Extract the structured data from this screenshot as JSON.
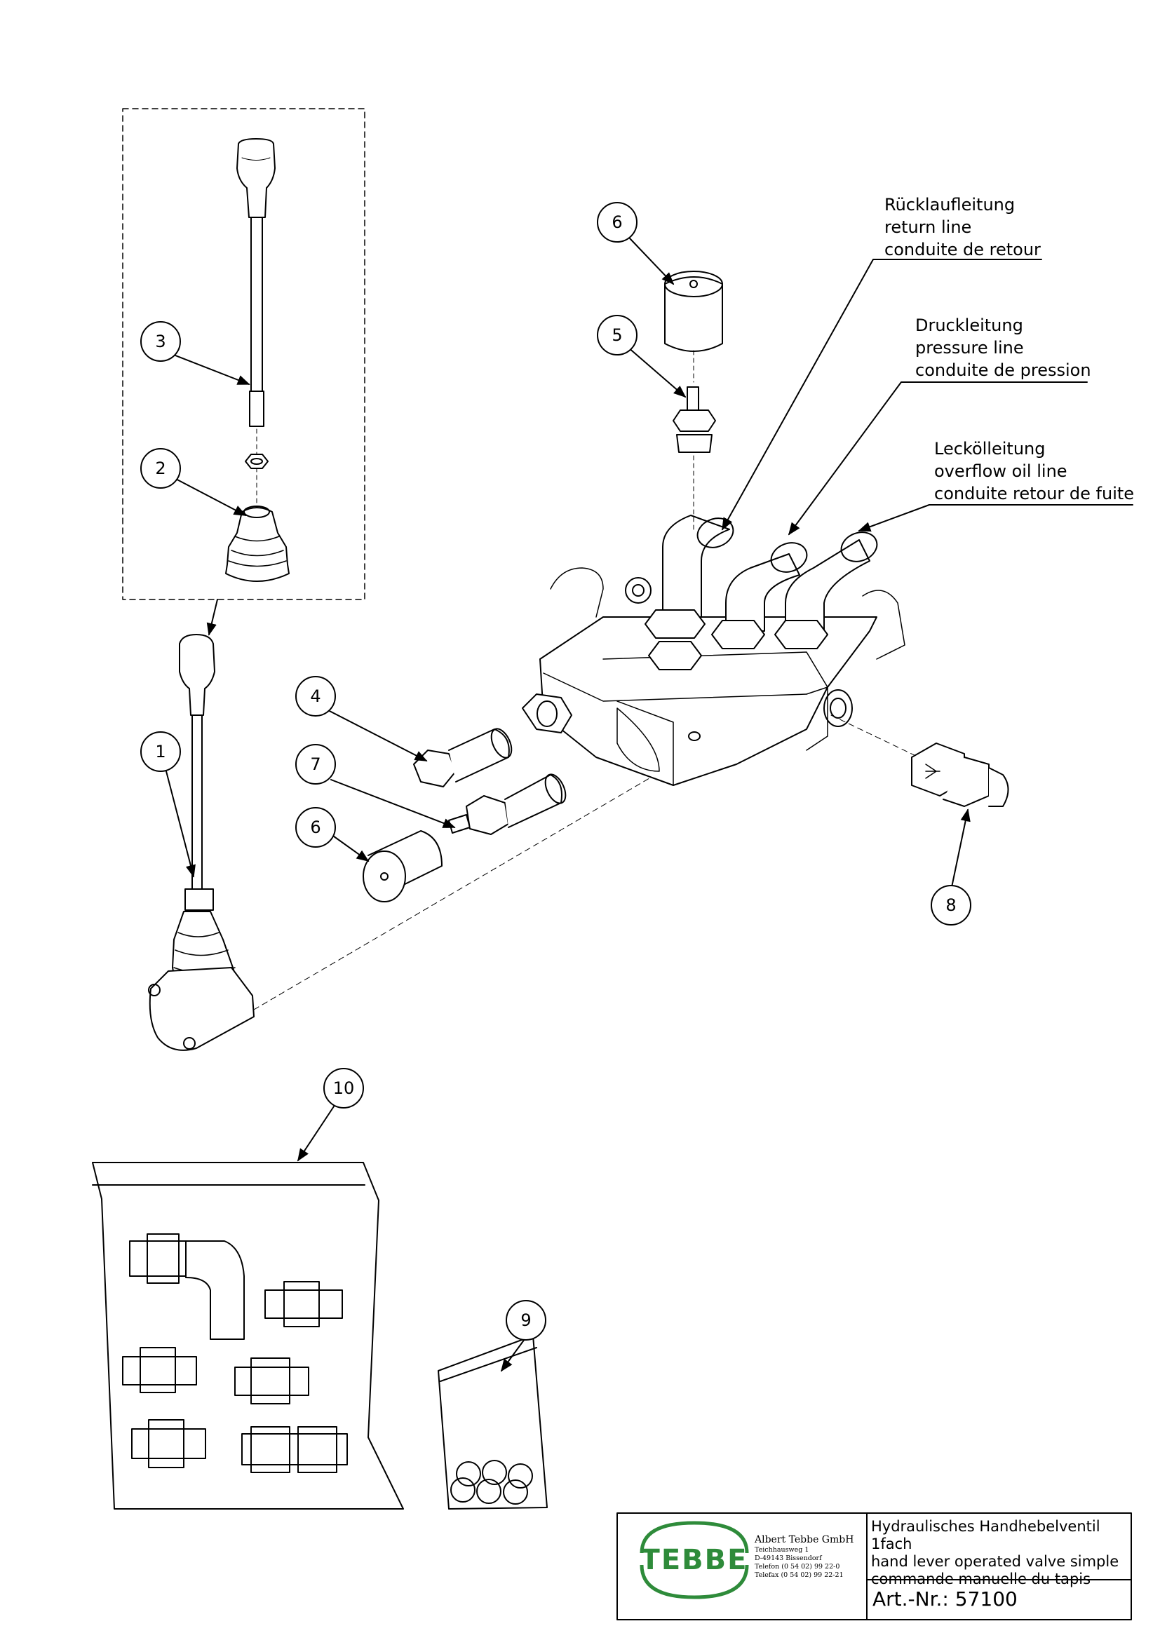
{
  "callouts": {
    "return_line": [
      "Rücklaufleitung",
      "return line",
      "conduite de retour"
    ],
    "pressure_line": [
      "Druckleitung",
      "pressure line",
      "conduite de pression"
    ],
    "overflow_line": [
      "Leckölleitung",
      "overflow oil line",
      "conduite retour de fuite"
    ]
  },
  "balloons": {
    "b1": "1",
    "b2": "2",
    "b3": "3",
    "b4": "4",
    "b5": "5",
    "b6_top": "6",
    "b6_bottom": "6",
    "b7": "7",
    "b8": "8",
    "b9": "9",
    "b10": "10"
  },
  "title_block": {
    "logo_text": "TEBBE",
    "company_name": "Albert Tebbe GmbH",
    "address_1": "Teichhausweg 1",
    "address_2": "D-49143 Bissendorf",
    "phone": "Telefon (0 54 02) 99 22-0",
    "fax": "Telefax (0 54 02) 99 22-21",
    "title_de": "Hydraulisches Handhebelventil 1fach",
    "title_en": "hand lever operated valve simple",
    "title_fr": "commande manuelle du tapis",
    "article_no": "Art.-Nr.: 57100"
  },
  "colors": {
    "logo_green": "#2e8b3a",
    "line": "#000000"
  }
}
